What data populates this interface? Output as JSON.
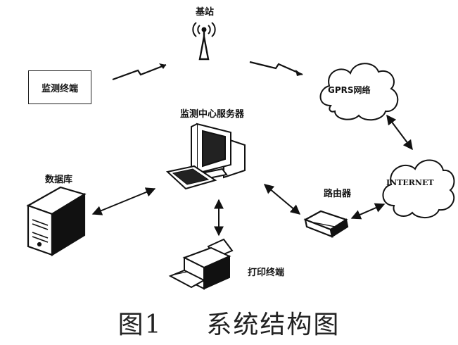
{
  "labels": {
    "base_station": "基站",
    "monitor_terminal": "监测终端",
    "gprs_network": "GPRS网络",
    "server": "监测中心服务器",
    "database": "数据库",
    "internet": "INTERNET",
    "router": "路由器",
    "print_terminal": "打印终端"
  },
  "caption": {
    "fig_no": "图1",
    "title": "系统结构图"
  },
  "icons": {
    "base_station": "antenna-tower-icon",
    "server": "desktop-computer-icon",
    "database": "server-tower-icon",
    "router": "router-icon",
    "printer": "printer-icon",
    "clouds": "cloud-icon",
    "wireless_links": "lightning-zigzag-icon"
  }
}
